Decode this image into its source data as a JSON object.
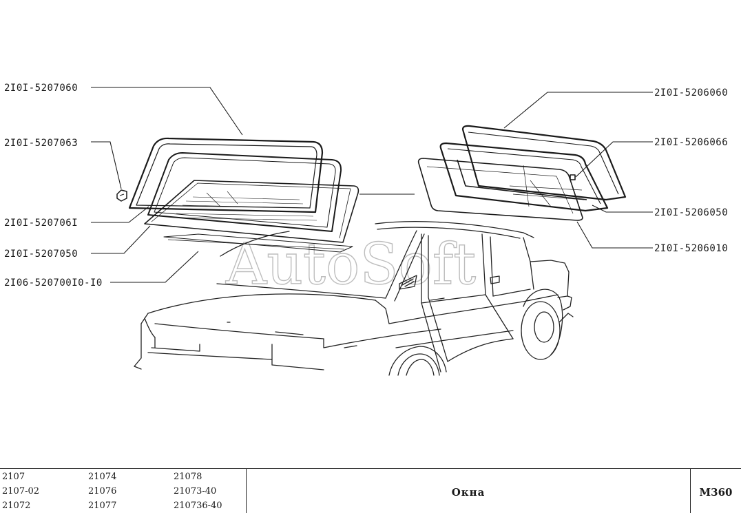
{
  "diagram": {
    "watermark": "AutoSoft",
    "left_labels": [
      "2I0I-5207060",
      "2I0I-5207063",
      "2I0I-520706I",
      "2I0I-5207050",
      "2I06-520700I0-I0"
    ],
    "right_labels": [
      "2I0I-5206060",
      "2I0I-5206066",
      "2I0I-5206050",
      "2I0I-5206010"
    ]
  },
  "title_block": {
    "models": [
      [
        "2107",
        "21074",
        "21078"
      ],
      [
        "2107-02",
        "21076",
        "21073-40"
      ],
      [
        "21072",
        "21077",
        "210736-40"
      ]
    ],
    "sheet_title": "Окна",
    "sheet_code": "M360"
  }
}
